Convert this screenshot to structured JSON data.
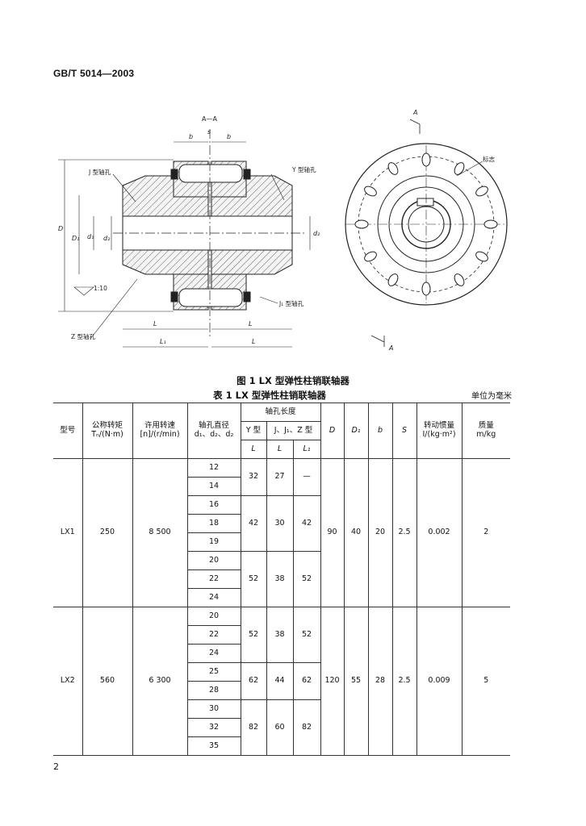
{
  "header": {
    "code": "GB/T 5014—2003"
  },
  "drawing": {
    "section_label": "A—A",
    "dim_b": "b",
    "dim_s": "s",
    "label_j": "J 型轴孔",
    "label_y": "Y 型轴孔",
    "label_j1": "J₁ 型轴孔",
    "label_z": "Z 型轴孔",
    "slope": "1:10",
    "dim_D": "D",
    "dim_D1": "D₁",
    "dim_d1": "d₁",
    "dim_d2": "d₂",
    "dim_dz": "d₂",
    "dim_L": "L",
    "dim_L1": "L₁",
    "view_label": "A",
    "label_biaozhi": "标志"
  },
  "figure_caption": "图 1  LX 型弹性柱销联轴器",
  "table_caption": "表 1  LX 型弹性柱销联轴器",
  "unit_note": "单位为毫米",
  "table": {
    "headers": {
      "model": "型号",
      "torque": "公称转矩",
      "torque_unit": "Tₙ/(N·m)",
      "speed": "许用转速",
      "speed_unit": "[n]/(r/min)",
      "bore": "轴孔直径",
      "bore_sym": "d₁、d₂、d₂",
      "length_group": "轴孔长度",
      "y_type": "Y 型",
      "j_type": "J、J₁、Z 型",
      "L_a": "L",
      "L_b": "L",
      "L1": "L₁",
      "D": "D",
      "D1": "D₁",
      "b": "b",
      "S": "S",
      "inertia": "转动惯量",
      "inertia_unit": "I/(kg·m²)",
      "mass": "质量",
      "mass_unit": "m/kg"
    },
    "groups": [
      {
        "model": "LX1",
        "torque": "250",
        "speed": "8 500",
        "D": "90",
        "D1": "40",
        "b": "20",
        "S": "2.5",
        "inertia": "0.002",
        "mass": "2",
        "diameters": [
          "12",
          "14",
          "16",
          "18",
          "19",
          "20",
          "22",
          "24"
        ],
        "lengths": [
          {
            "y": "32",
            "l": "27",
            "l1": "—"
          },
          {
            "y": "42",
            "l": "30",
            "l1": "42"
          },
          {
            "y": "52",
            "l": "38",
            "l1": "52"
          }
        ]
      },
      {
        "model": "LX2",
        "torque": "560",
        "speed": "6 300",
        "D": "120",
        "D1": "55",
        "b": "28",
        "S": "2.5",
        "inertia": "0.009",
        "mass": "5",
        "diameters": [
          "20",
          "22",
          "24",
          "25",
          "28",
          "30",
          "32",
          "35"
        ],
        "lengths": [
          {
            "y": "52",
            "l": "38",
            "l1": "52"
          },
          {
            "y": "62",
            "l": "44",
            "l1": "62"
          },
          {
            "y": "82",
            "l": "60",
            "l1": "82"
          }
        ]
      }
    ]
  },
  "page_number": "2"
}
